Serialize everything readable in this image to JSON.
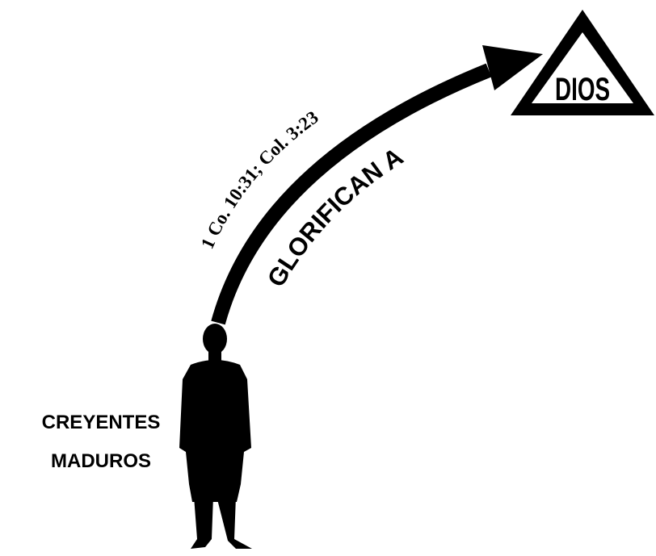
{
  "diagram": {
    "target_label": "DIOS",
    "arrow_label": "GLORIFICAN A",
    "reference_label": "1 Co. 10:31; Col. 3:23",
    "subject_label_line1": "CREYENTES",
    "subject_label_line2": "MADUROS"
  },
  "colors": {
    "ink": "#000000",
    "background": "#ffffff"
  },
  "icons": {
    "subject": "person-silhouette-icon",
    "target": "triangle-icon"
  }
}
